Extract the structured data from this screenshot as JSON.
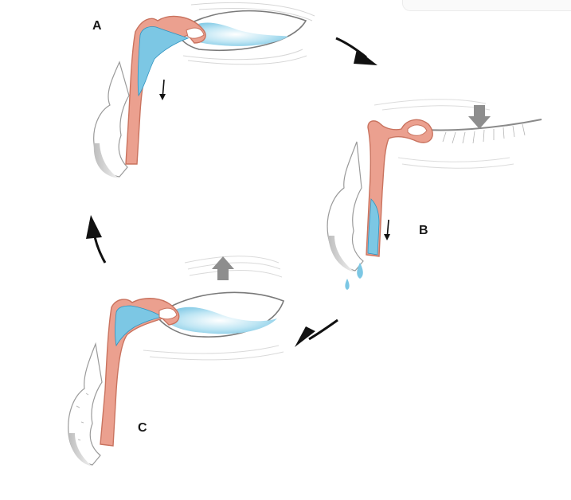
{
  "labels": {
    "a": "A",
    "b": "B",
    "c": "C"
  },
  "panels": [
    {
      "id": "A",
      "description_icon": "eye-open-duct-filling"
    },
    {
      "id": "B",
      "description_icon": "eye-closed-duct-draining"
    },
    {
      "id": "C",
      "description_icon": "eye-opening-duct-refilling"
    }
  ],
  "colors": {
    "duct": "#eba08f",
    "duct_stroke": "#c9735f",
    "tear": "#7cc7e4",
    "tear_dark": "#2f93c0",
    "arrow": "#111111",
    "lid_arrow": "#8e8e8e",
    "nose_shadow": "#cfcfcf"
  }
}
